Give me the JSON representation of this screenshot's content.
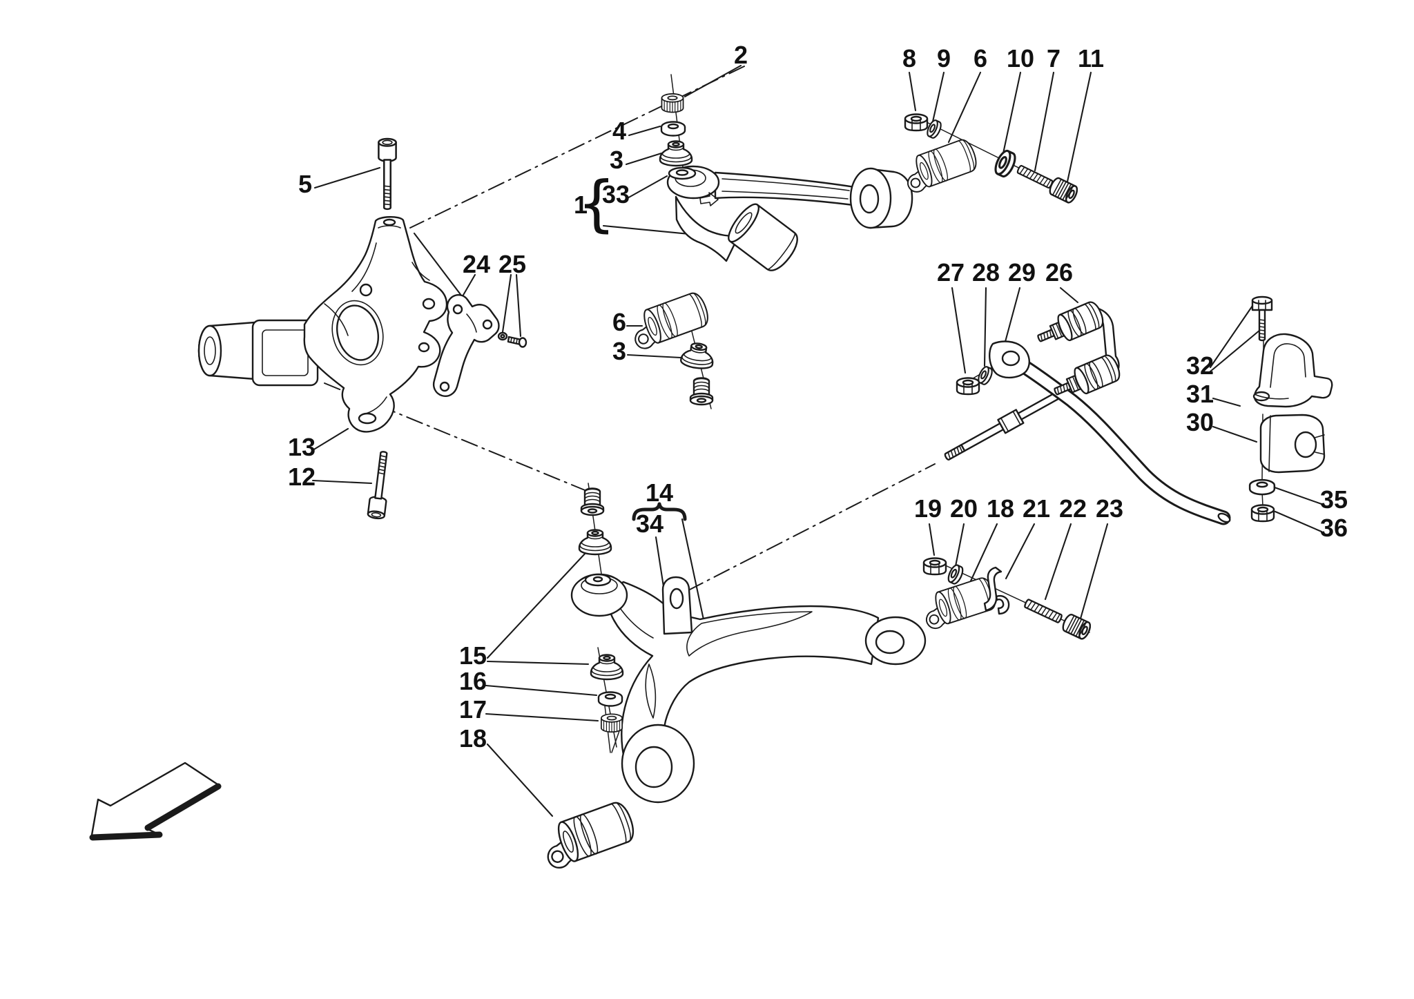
{
  "diagram": {
    "type": "exploded-parts-diagram",
    "subject": "Front suspension - wishbones, knuckle and anti-roll bar",
    "background_color": "#ffffff",
    "line_color": "#1a1a1a",
    "direction_arrow": "front-of-car-pointer"
  },
  "labels": [
    {
      "id": "callout-2",
      "text": "2"
    },
    {
      "id": "callout-8",
      "text": "8"
    },
    {
      "id": "callout-9",
      "text": "9"
    },
    {
      "id": "callout-6-upper",
      "text": "6"
    },
    {
      "id": "callout-10",
      "text": "10"
    },
    {
      "id": "callout-7",
      "text": "7"
    },
    {
      "id": "callout-11",
      "text": "11"
    },
    {
      "id": "callout-4",
      "text": "4"
    },
    {
      "id": "callout-3-upper",
      "text": "3"
    },
    {
      "id": "callout-1",
      "text": "1"
    },
    {
      "id": "brace-1-33",
      "text": "{"
    },
    {
      "id": "callout-33",
      "text": "33"
    },
    {
      "id": "callout-5",
      "text": "5"
    },
    {
      "id": "callout-24",
      "text": "24"
    },
    {
      "id": "callout-25",
      "text": "25"
    },
    {
      "id": "callout-6-mid",
      "text": "6"
    },
    {
      "id": "callout-3-mid",
      "text": "3"
    },
    {
      "id": "callout-27",
      "text": "27"
    },
    {
      "id": "callout-28",
      "text": "28"
    },
    {
      "id": "callout-29",
      "text": "29"
    },
    {
      "id": "callout-26",
      "text": "26"
    },
    {
      "id": "callout-32",
      "text": "32"
    },
    {
      "id": "callout-31",
      "text": "31"
    },
    {
      "id": "callout-30",
      "text": "30"
    },
    {
      "id": "callout-13",
      "text": "13"
    },
    {
      "id": "callout-12",
      "text": "12"
    },
    {
      "id": "callout-14",
      "text": "14"
    },
    {
      "id": "callout-34",
      "text": "34"
    },
    {
      "id": "callout-19",
      "text": "19"
    },
    {
      "id": "callout-20",
      "text": "20"
    },
    {
      "id": "callout-18-right",
      "text": "18"
    },
    {
      "id": "callout-21",
      "text": "21"
    },
    {
      "id": "callout-22",
      "text": "22"
    },
    {
      "id": "callout-23",
      "text": "23"
    },
    {
      "id": "callout-35",
      "text": "35"
    },
    {
      "id": "callout-36",
      "text": "36"
    },
    {
      "id": "callout-15",
      "text": "15"
    },
    {
      "id": "callout-16",
      "text": "16"
    },
    {
      "id": "callout-17",
      "text": "17"
    },
    {
      "id": "callout-18-left",
      "text": "18"
    }
  ]
}
